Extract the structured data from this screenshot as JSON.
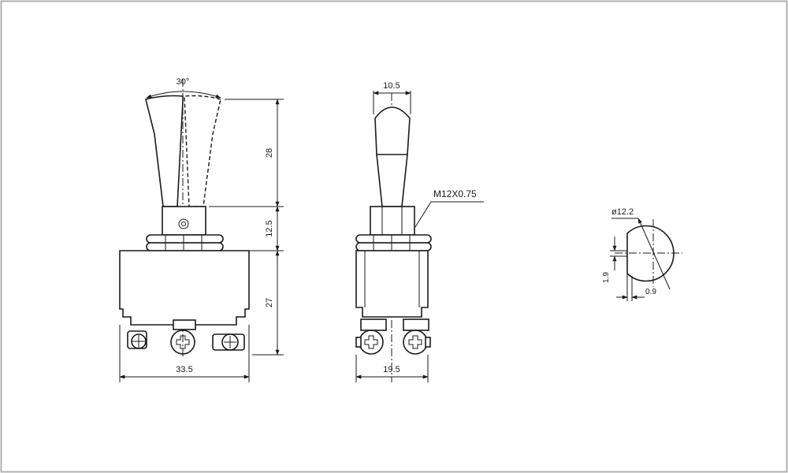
{
  "colors": {
    "line": "#1a1a1a",
    "border": "#b0b0b0",
    "background": "#ffffff"
  },
  "front_view": {
    "angle_label": "30°",
    "width_label": "33.5",
    "lever_height_label": "28",
    "bushing_height_label": "12.5",
    "body_height_label": "27"
  },
  "side_view": {
    "lever_width_label": "10.5",
    "thread_label": "M12X0.75",
    "width_label": "19.5"
  },
  "panel_cutout": {
    "diameter_label": "ø12.2",
    "flat_height_label": "1.9",
    "flat_depth_label": "0.9"
  }
}
